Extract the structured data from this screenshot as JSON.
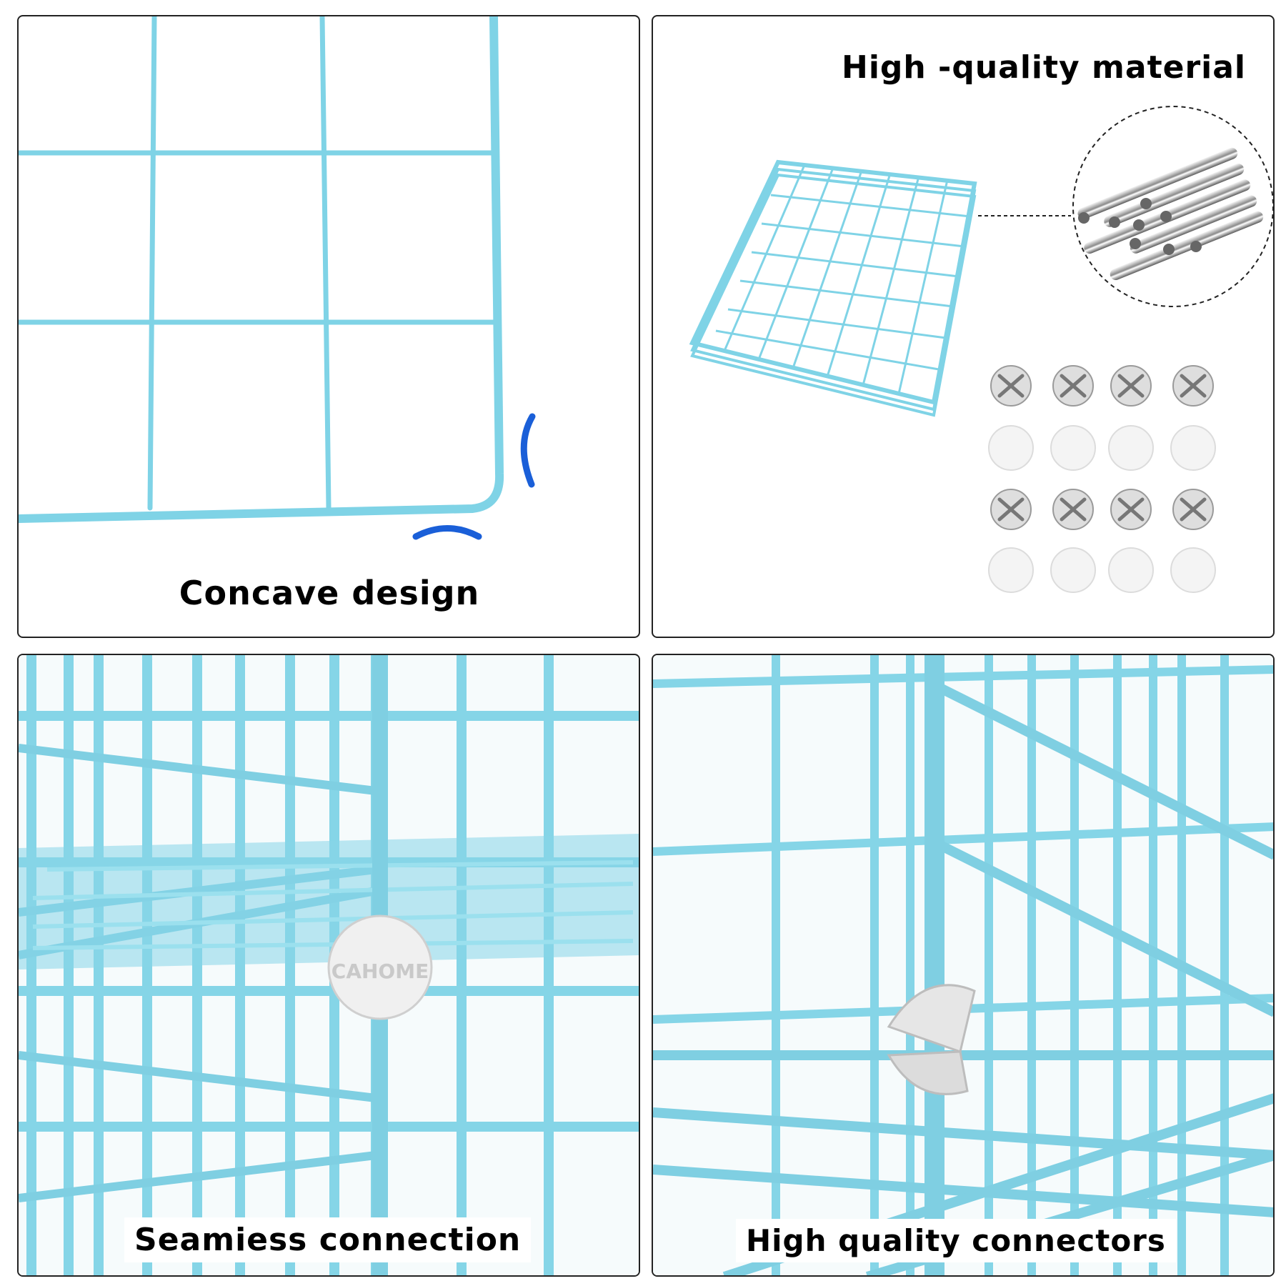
{
  "panels": {
    "concave": {
      "caption": "Concave design"
    },
    "material": {
      "caption": "High -quality material"
    },
    "seamless": {
      "caption": "Seamiess connection",
      "logo_text": "CAHOME"
    },
    "connectors": {
      "caption": "High quality connectors"
    }
  },
  "colors": {
    "wire": "#7fd3e6",
    "wire_dark": "#5cb8cf",
    "accent_blue": "#1a5fd8",
    "connector": "#e8e8e8",
    "border": "#222222"
  }
}
